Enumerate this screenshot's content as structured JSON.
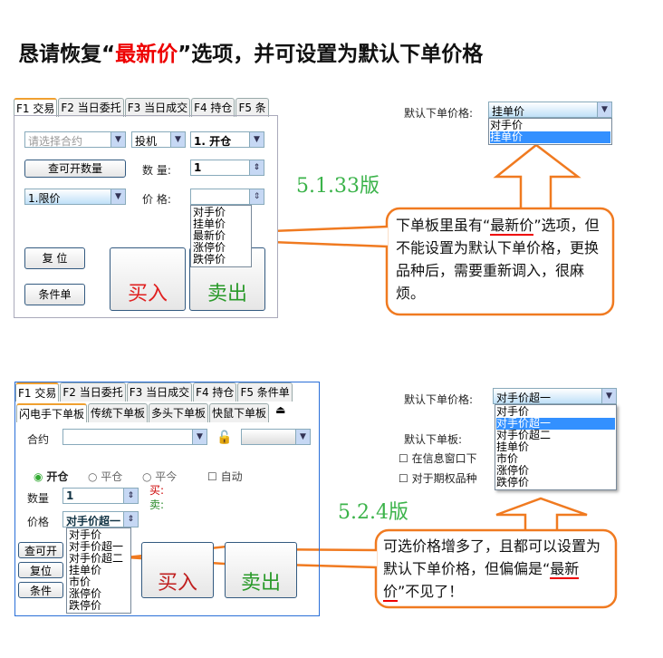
{
  "title": {
    "pre": "恳请恢复“",
    "hl": "最新价",
    "post": "”选项，并可设置为默认下单价格"
  },
  "v1": {
    "tabs": [
      "F1 交易",
      "F2 当日委托",
      "F3 当日成交",
      "F4 持仓",
      "F5 条"
    ],
    "contract_placeholder": "请选择合约",
    "hedge": "投机",
    "open": "1. 开仓",
    "query_btn": "查可开数量",
    "qty_label": "数 量:",
    "qty": "1",
    "order_type": "1.限价",
    "price_label": "价 格:",
    "price": "",
    "price_options": [
      "对手价",
      "挂单价",
      "最新价",
      "涨停价",
      "跌停价"
    ],
    "reset": "复 位",
    "cond": "条件单",
    "buy": "买入",
    "sell": "卖出",
    "default_label": "默认下单价格:",
    "default_value": "挂单价",
    "default_options": [
      "对手价",
      "挂单价"
    ],
    "default_selected": 1,
    "version": "5.1.33版",
    "callout": {
      "pre": "下单板里虽有“",
      "hl": "最新价",
      "post": "”选项，但不能设置为默认下单价格，更换品种后，需要重新调入，很麻烦。"
    }
  },
  "v2": {
    "tabs": [
      "F1 交易",
      "F2 当日委托",
      "F3 当日成交",
      "F4 持仓",
      "F5 条件单"
    ],
    "subtabs": [
      "闪电手下单板",
      "传统下单板",
      "多头下单板",
      "快鼠下单板"
    ],
    "contract_label": "合约",
    "radios": [
      "开仓",
      "平仓",
      "平今"
    ],
    "auto": "自动",
    "qty_label": "数量",
    "qty": "1",
    "buy_label": "买:",
    "sell_label": "卖:",
    "price_label": "价格",
    "price": "对手价超一",
    "price_options": [
      "对手价",
      "对手价超一",
      "对手价超二",
      "挂单价",
      "市价",
      "涨停价",
      "跌停价"
    ],
    "query_btn": "查可开",
    "reset": "复位",
    "cond": "条件",
    "buy": "买入",
    "sell": "卖出",
    "default_label": "默认下单价格:",
    "default_value": "对手价超一",
    "default_selected": 1,
    "default_board_label": "默认下单板:",
    "check1": "在信息窗口下",
    "check2": "对于期权品种",
    "version": "5.2.4版",
    "callout": {
      "pre": "可选价格增多了，且都可以设置为默认下单价格，但偏偏是“",
      "hl": "最新价",
      "post": "”不见了！"
    }
  },
  "colors": {
    "accent": "#f07a20",
    "version": "#3bb34a",
    "buy": "#e02020",
    "sell": "#2a9a2a"
  }
}
